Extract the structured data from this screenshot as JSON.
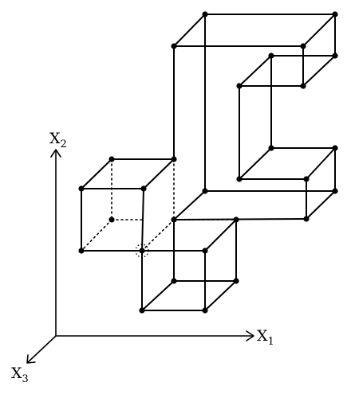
{
  "axes": [
    {
      "id": "x1",
      "name": "X",
      "index": "1"
    },
    {
      "id": "x2",
      "name": "X",
      "index": "2"
    },
    {
      "id": "x3",
      "name": "X",
      "index": "3"
    }
  ],
  "colors": {
    "ink": "#000000",
    "background": "#ffffff"
  },
  "structure": {
    "cube_count": 5,
    "hidden_edge_style": "dotted",
    "vertex_marker": "filled-dot"
  }
}
